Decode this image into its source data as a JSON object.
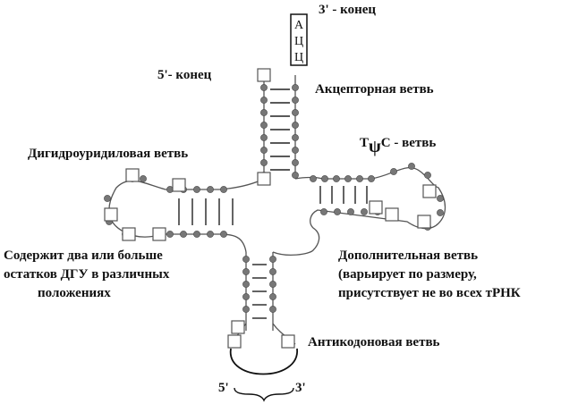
{
  "labels": {
    "end3": "3' - конец",
    "end5": "5'- конец",
    "acceptor": "Акцепторная ветвь",
    "dihydro": "Дигидроуридиловая  ветвь",
    "tpsic_t": "T",
    "tpsic_psi": "ψ",
    "tpsic_rest": "C - ветвь",
    "contains1": "Содержит два или больше",
    "contains2": "остатков ДГУ в различных",
    "contains3": "положениях",
    "extra1": "Дополнительная ветвь",
    "extra2": "(варьирует по размеру,",
    "extra3": "присутствует не во всех тРНК",
    "anticodon": "Антикодоновая ветвь",
    "ac5": "5'",
    "ac3": "3'"
  },
  "cca": [
    "А",
    "Ц",
    "Ц"
  ],
  "colors": {
    "line": "#555555",
    "node": "#777777",
    "text": "#111111"
  }
}
